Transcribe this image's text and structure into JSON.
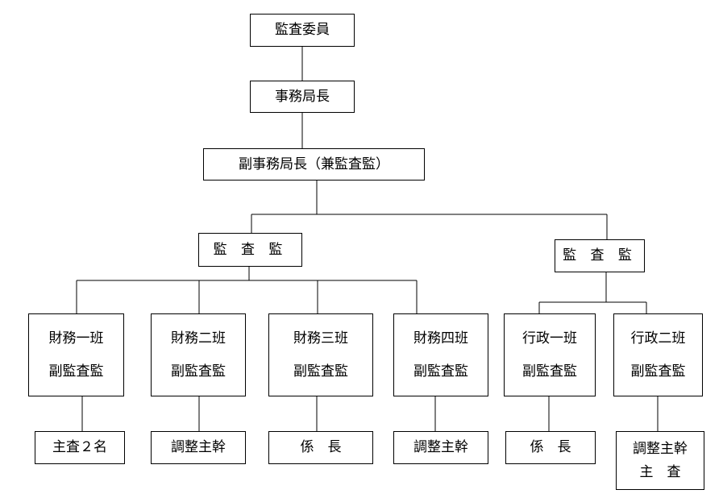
{
  "org_chart": {
    "committee": "監査委員",
    "director": "事務局長",
    "deputy_director": "副事務局長（兼監査監）",
    "auditor_left": "監 査 監",
    "auditor_right": "監 査 監",
    "units": [
      {
        "team": "財務一班",
        "head": "副監査監",
        "staff": [
          "主査２名"
        ]
      },
      {
        "team": "財務二班",
        "head": "副監査監",
        "staff": [
          "調整主幹"
        ]
      },
      {
        "team": "財務三班",
        "head": "副監査監",
        "staff": [
          "係　長"
        ]
      },
      {
        "team": "財務四班",
        "head": "副監査監",
        "staff": [
          "調整主幹"
        ]
      },
      {
        "team": "行政一班",
        "head": "副監査監",
        "staff": [
          "係　長"
        ]
      },
      {
        "team": "行政二班",
        "head": "副監査監",
        "staff": [
          "調整主幹",
          "主　査"
        ]
      }
    ]
  }
}
